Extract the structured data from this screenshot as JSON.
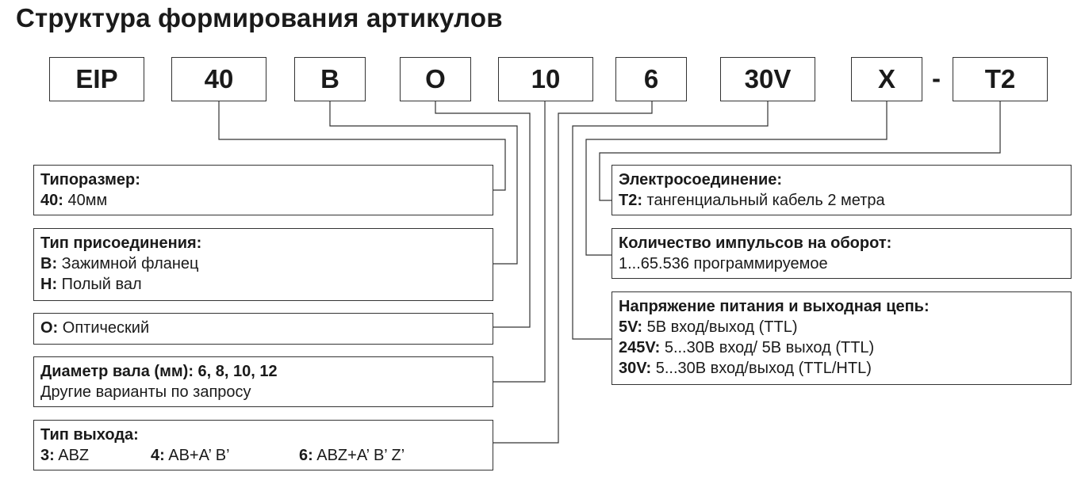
{
  "title": "Структура формирования артикулов",
  "codes": [
    "EIP",
    "40",
    "B",
    "O",
    "10",
    "6",
    "30V",
    "X",
    "T2"
  ],
  "separator": "-",
  "left_boxes": {
    "size": {
      "title": "Типоразмер:",
      "rows": [
        {
          "key": "40:",
          "text": " 40мм"
        }
      ]
    },
    "mount": {
      "title": "Тип присоединения:",
      "rows": [
        {
          "key": "B:",
          "text": " Зажимной фланец"
        },
        {
          "key": "H:",
          "text": " Полый вал"
        }
      ]
    },
    "optical": {
      "rows": [
        {
          "key": "O:",
          "text": " Оптический"
        }
      ]
    },
    "shaft": {
      "title": "Диаметр вала (мм): 6, 8, 10, 12",
      "rows": [
        {
          "text": "Другие варианты по запросу"
        }
      ]
    },
    "output": {
      "title": "Тип выхода:",
      "options": [
        {
          "key": "3:",
          "text": " ABZ"
        },
        {
          "key": "4:",
          "text": " AB+A’ B’"
        },
        {
          "key": "6:",
          "text": " ABZ+A’ B’ Z’"
        }
      ]
    }
  },
  "right_boxes": {
    "connection": {
      "title": "Электросоединение:",
      "rows": [
        {
          "key": "T2:",
          "text": " тангенциальный кабель 2 метра"
        }
      ]
    },
    "pulses": {
      "title": "Количество импульсов на оборот:",
      "rows": [
        {
          "text": "1...65.536 программируемое"
        }
      ]
    },
    "voltage": {
      "title": "Напряжение питания и выходная цепь:",
      "rows": [
        {
          "key": "5V:",
          "text": " 5В вход/выход (TTL)"
        },
        {
          "key": "245V:",
          "text": " 5...30В вход/ 5В выход (TTL)"
        },
        {
          "key": "30V:",
          "text": " 5...30В вход/выход (TTL/HTL)"
        }
      ]
    }
  }
}
